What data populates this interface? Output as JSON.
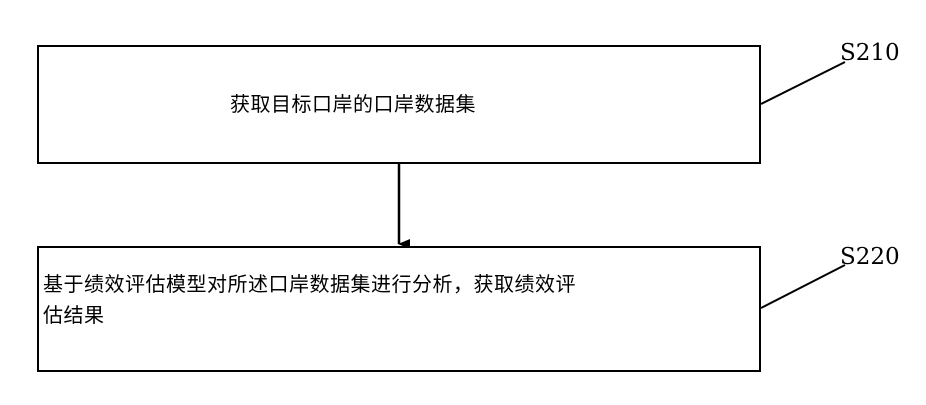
{
  "steps": [
    {
      "id": "S210",
      "lines": [
        "获取目标口岸的口岸数据集"
      ]
    },
    {
      "id": "S220",
      "lines": [
        "基于绩效评估模型对所述口岸数据集进行分析，获取绩效评",
        "估结果"
      ]
    }
  ],
  "colors": {
    "stroke": "#000000",
    "background": "#ffffff"
  }
}
